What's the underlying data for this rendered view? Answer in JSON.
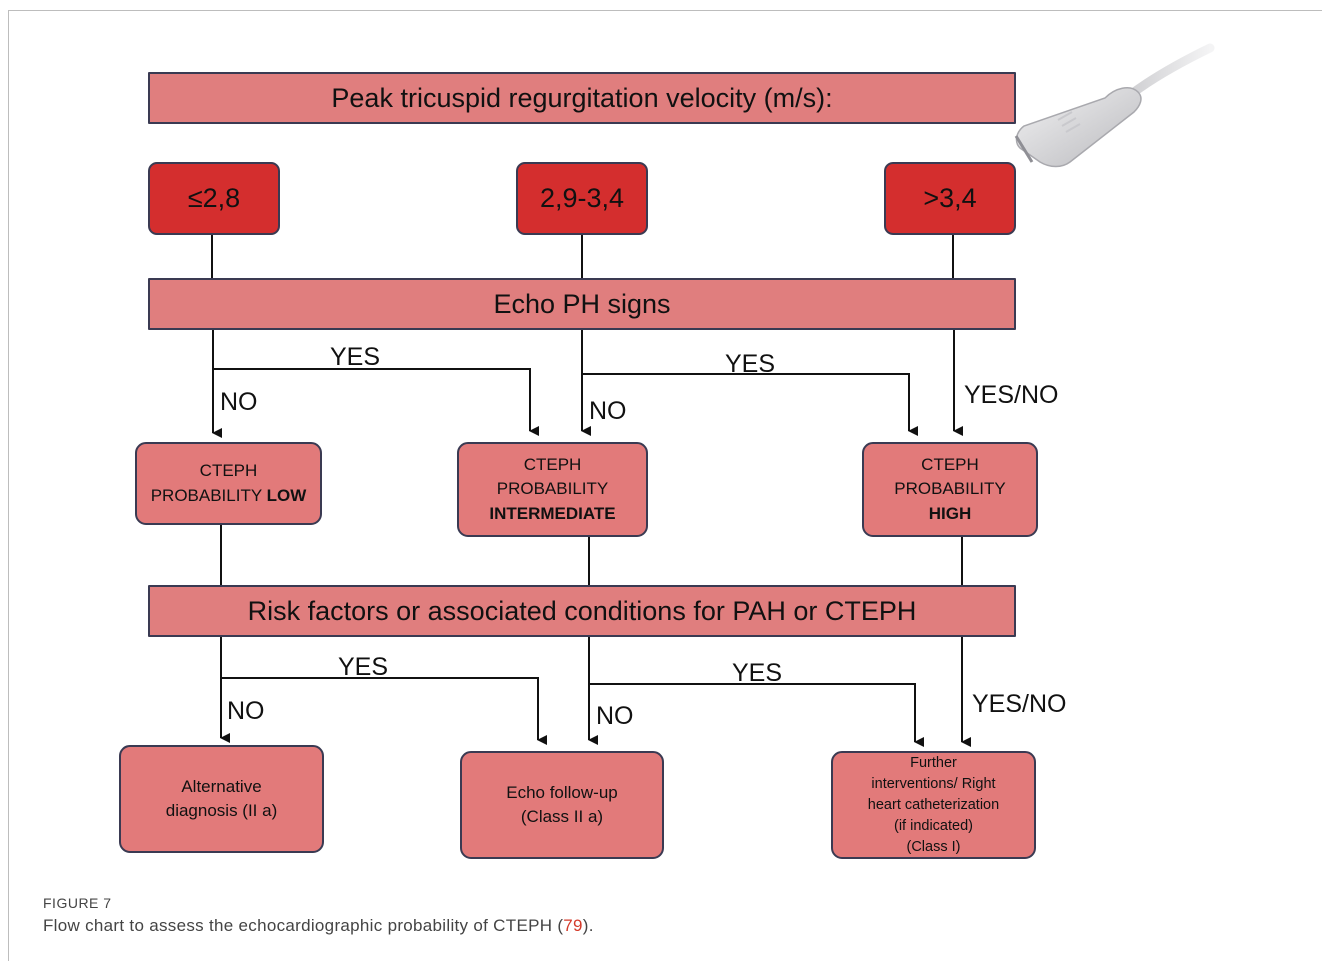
{
  "header": "Peak tricuspid regurgitation velocity (m/s):",
  "velocity": {
    "low": "≤2,8",
    "mid": "2,9-3,4",
    "high": ">3,4"
  },
  "echo_bar": "Echo PH signs",
  "risk_bar": "Risk factors or associated conditions for PAH or CTEPH",
  "branch": {
    "yes": "YES",
    "no": "NO",
    "yesno": "YES/NO"
  },
  "probability": {
    "low": {
      "line1": "CTEPH",
      "line2": "PROBABILITY",
      "level": "LOW"
    },
    "intermediate": {
      "line1": "CTEPH",
      "line2": "PROBABILITY",
      "level": "INTERMEDIATE"
    },
    "high": {
      "line1": "CTEPH",
      "line2": "PROBABILITY",
      "level": "HIGH"
    }
  },
  "outcomes": {
    "alt": [
      "Alternative",
      "diagnosis (II a)"
    ],
    "echo": [
      "Echo follow-up",
      "(Class II a)"
    ],
    "further": [
      "Further",
      "interventions/ Right",
      "heart catheterization",
      "(if indicated)",
      "(Class I)"
    ]
  },
  "figure": {
    "label": "FIGURE 7",
    "caption_pre": "Flow chart to assess the echocardiographic probability of CTEPH (",
    "caption_ref": "79",
    "caption_post": ")."
  },
  "colors": {
    "bar": "#e07e7e",
    "velocity_box": "#d42e2e",
    "result_box": "#e27a7a",
    "border": "#3a3a52"
  },
  "icons": {
    "probe": "ultrasound-probe-icon"
  }
}
